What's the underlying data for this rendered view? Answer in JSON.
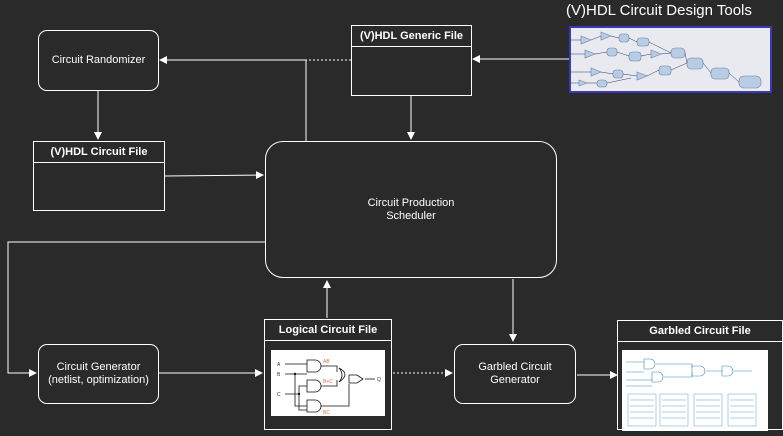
{
  "tools": {
    "title": "(V)HDL Circuit Design Tools"
  },
  "nodes": {
    "randomizer": "Circuit Randomizer",
    "scheduler": "Circuit Production\nScheduler",
    "generator": "Circuit Generator\n(netlist, optimization)",
    "garbled_generator": "Garbled Circuit\nGenerator"
  },
  "files": {
    "generic": "(V)HDL Generic File",
    "circuit": "(V)HDL Circuit File",
    "logical": "Logical Circuit File",
    "garbled": "Garbled Circuit File"
  },
  "logic_diagram": {
    "inputs": [
      "A",
      "B",
      "C"
    ],
    "output": "Q",
    "gate_labels": [
      "AB",
      "B+C",
      "BC"
    ]
  },
  "colors": {
    "background": "#2a2a2a",
    "stroke": "#ffffff",
    "tools_border": "#3a3ab8",
    "gate_label": "#e07040",
    "garbled_ink": "#3a8ab8"
  }
}
